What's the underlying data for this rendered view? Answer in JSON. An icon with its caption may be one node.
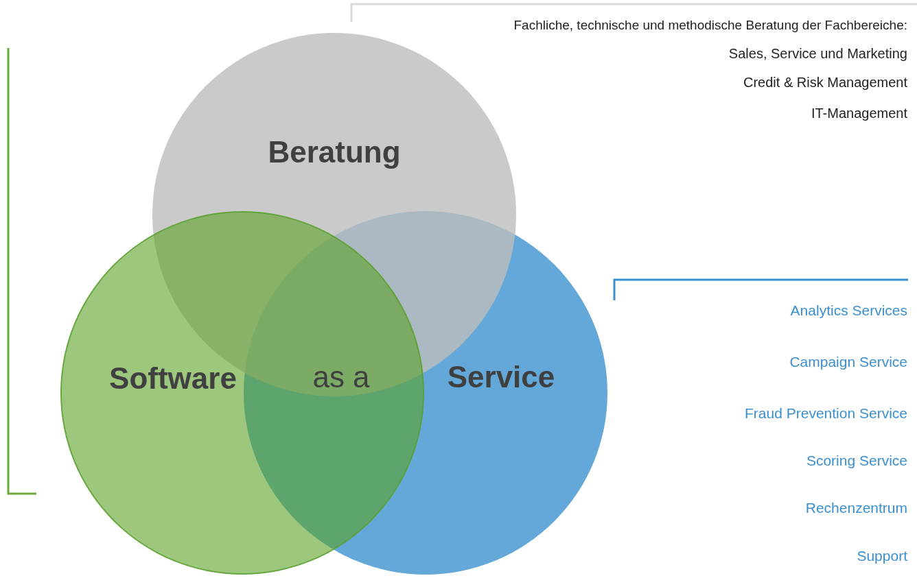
{
  "diagram": {
    "nodes": [
      {
        "text": [
          "Beratung"
        ]
      },
      {
        "text": [
          "Software"
        ]
      },
      {
        "text": [
          "Service"
        ]
      }
    ],
    "labels": [
      "as a",
      "Fachliche, technische und methodische Beratung der Fachbereiche:",
      "Sales, Service und Marketing",
      "Credit & Risk Management",
      "IT-Management",
      "Analytics Services",
      "Campaign Service",
      "Fraud Prevention Service",
      "Scoring Service",
      "Rechenzentrum",
      "Support"
    ]
  }
}
